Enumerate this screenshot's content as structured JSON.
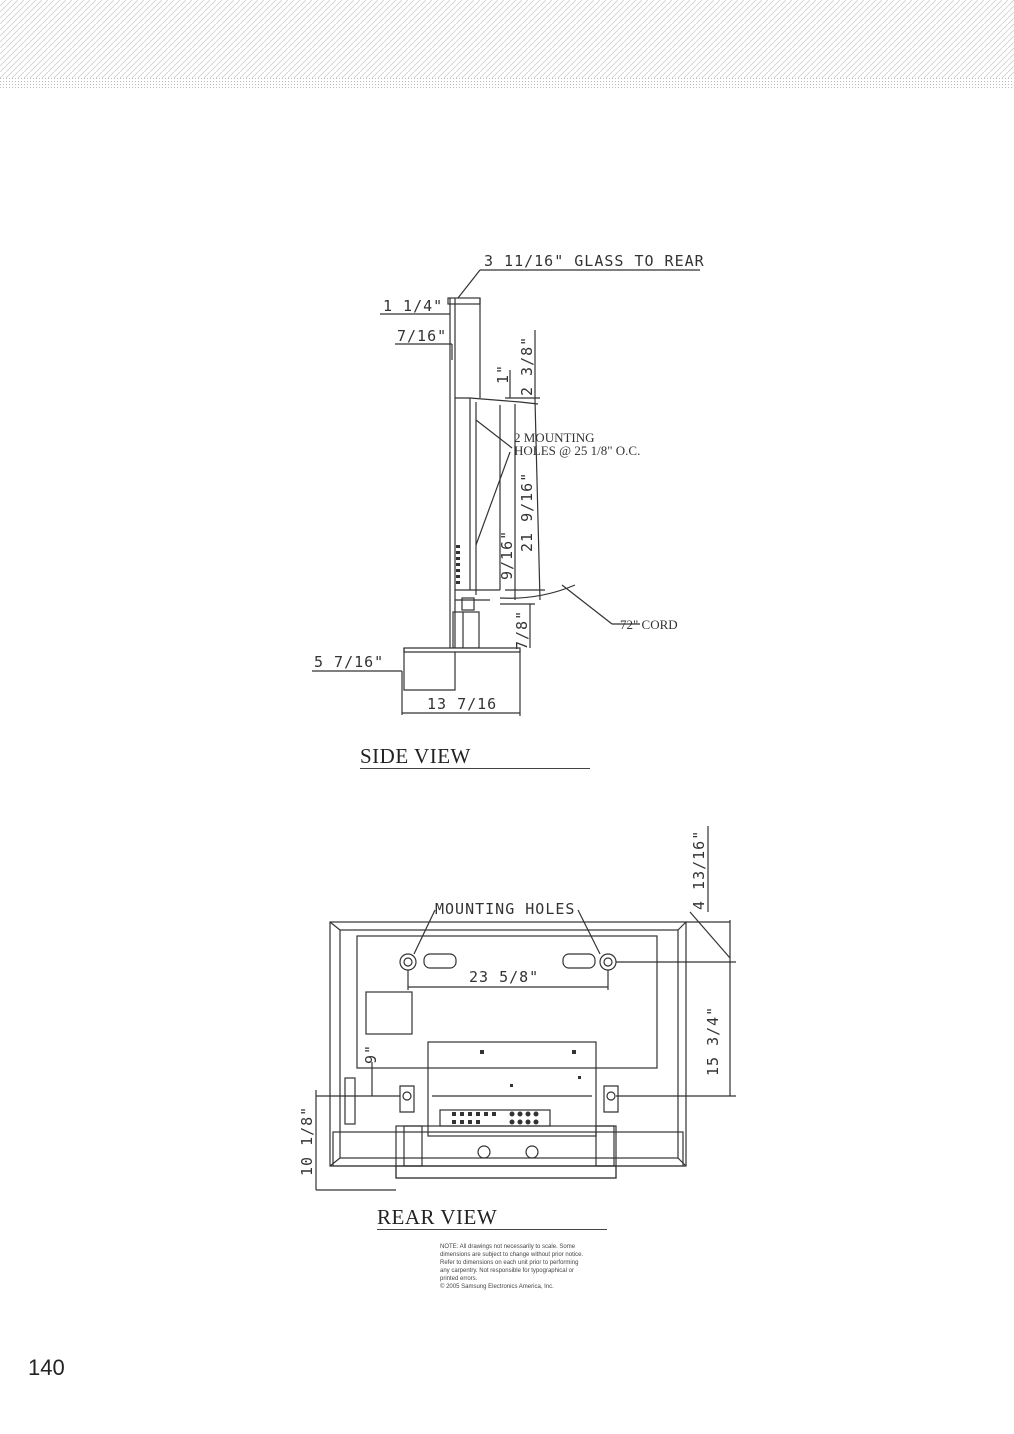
{
  "side_view": {
    "title": "SIDE VIEW",
    "labels": {
      "glass_to_rear": "3 11/16\" GLASS TO REAR",
      "dim_1_1_4": "1 1/4\"",
      "dim_7_16": "7/16\"",
      "dim_1": "1\"",
      "dim_2_3_8": "2 3/8\"",
      "mounting_line1": "2 MOUNTING",
      "mounting_line2": "HOLES @ 25 1/8\" O.C.",
      "dim_21_9_16": "21 9/16\"",
      "dim_9_16": "9/16\"",
      "dim_7_8": "7/8\"",
      "cord": "72\" CORD",
      "dim_5_7_16": "5 7/16\"",
      "dim_13_7_16": "13 7/16"
    }
  },
  "rear_view": {
    "title": "REAR VIEW",
    "labels": {
      "mounting_holes": "MOUNTING HOLES",
      "dim_23_5_8": "23 5/8\"",
      "dim_4_13_16": "4 13/16\"",
      "dim_15_3_4": "15 3/4\"",
      "dim_10_1_8": "10 1/8\"",
      "dim_9": "9\""
    }
  },
  "note": {
    "lines": [
      "NOTE: All drawings not necessarily to scale. Some",
      "dimensions are subject to change without prior notice.",
      "Refer to dimensions on each unit prior to performing",
      "any carpentry. Not responsible for typographical or",
      "printed errors.",
      "© 2005 Samsung Electronics America, Inc."
    ]
  },
  "page_number": "140"
}
